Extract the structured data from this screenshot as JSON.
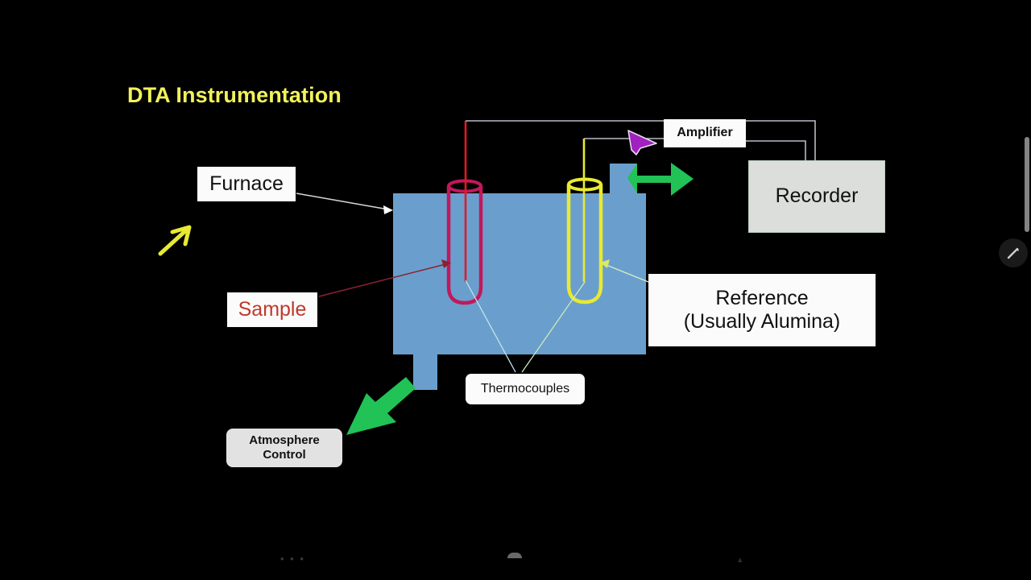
{
  "slide": {
    "title": "DTA Instrumentation",
    "title_color": "#f2f25a",
    "background_color": "#000000"
  },
  "labels": {
    "furnace": "Furnace",
    "sample": "Sample",
    "reference_line1": "Reference",
    "reference_line2": "(Usually Alumina)",
    "thermocouples": "Thermocouples",
    "amplifier": "Amplifier",
    "recorder": "Recorder",
    "atmosphere_line1": "Atmosphere",
    "atmosphere_line2": "Control"
  },
  "diagram": {
    "furnace_color": "#6a9fcd",
    "sample_tube_color": "#c2185b",
    "reference_tube_color": "#e8ea32",
    "wire_color": "#b8bcc4",
    "green_arrow_color": "#21c256",
    "cursor_color": "#a020c0",
    "annotation_arrow_color": "#e8ea32",
    "sample_leader_color": "#8b2232",
    "thermocouple_leader_color": "#bfe3e8"
  },
  "toolbar": {
    "dots": "• • •",
    "right_glyph": "▴"
  },
  "icons": {
    "pen": "pen-icon",
    "scrollbar": "scrollbar-thumb"
  }
}
